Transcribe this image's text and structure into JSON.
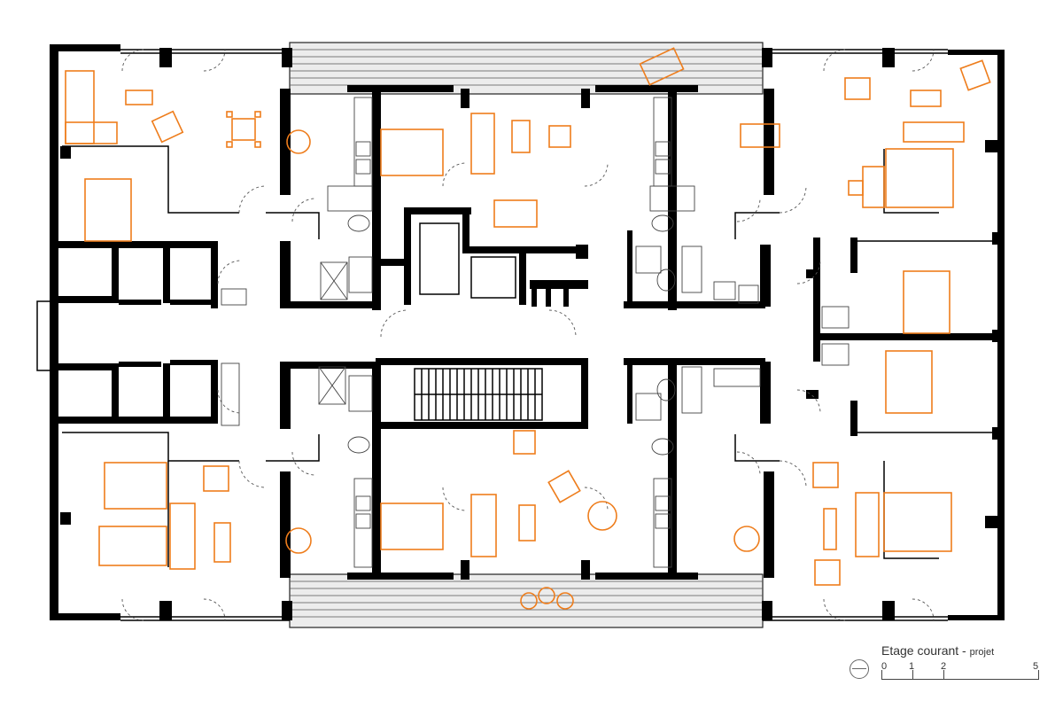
{
  "legend": {
    "title": "Etage courant",
    "separator": " - ",
    "subtitle": "projet",
    "scale_ticks": [
      "0",
      "1",
      "2",
      "5"
    ]
  },
  "colors": {
    "walls": "#000000",
    "furniture": "#ee7d1c",
    "fixtures": "#444444",
    "balcony": "#ececec"
  },
  "icons": {
    "north": "north-arrow-icon"
  }
}
